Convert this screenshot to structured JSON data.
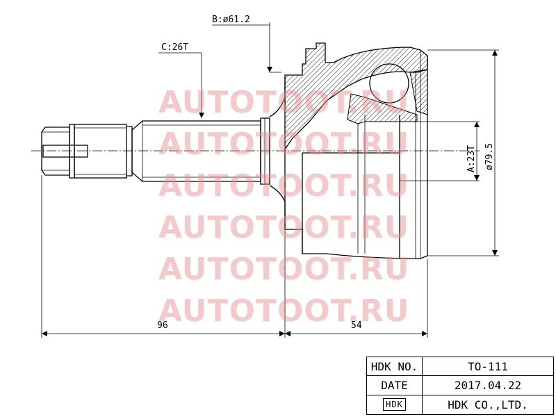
{
  "dimensions": {
    "b_label": "B:ø61.2",
    "c_label": "C:26T",
    "a_label": "A:23T",
    "outer_diameter": "ø79.5",
    "shaft_length": "96",
    "body_length": "54"
  },
  "watermark": {
    "text": "AUTOTOOT.RU",
    "color": "#e88a8a"
  },
  "title_block": {
    "hdk_no_label": "HDK NO.",
    "hdk_no_value": "TO-111",
    "date_label": "DATE",
    "date_value": "2017.04.22",
    "logo_text": "HDK",
    "company": "HDK CO.,LTD."
  }
}
